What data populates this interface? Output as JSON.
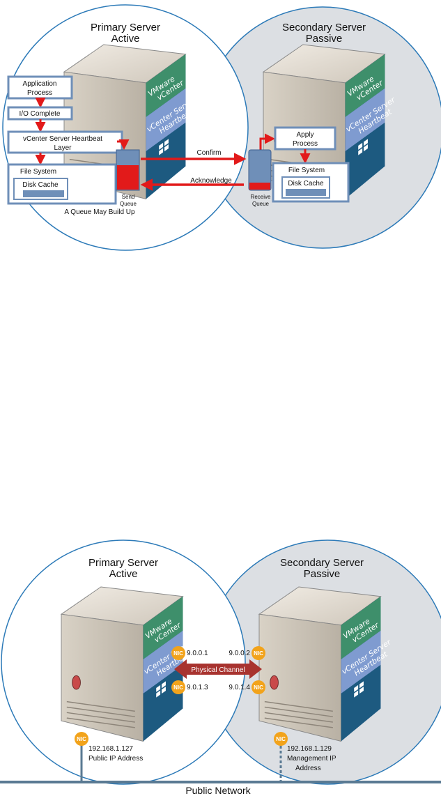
{
  "diagram1": {
    "primary": {
      "title": "Primary Server",
      "state": "Active"
    },
    "secondary": {
      "title": "Secondary Server",
      "state": "Passive"
    },
    "stack": {
      "app_line1": "Application",
      "app_line2": "Process",
      "io": "I/O Complete",
      "heartbeat_line1": "vCenter Server Heartbeat",
      "heartbeat_line2": "Layer",
      "fs": "File System",
      "cache": "Disk Cache"
    },
    "send_queue_line1": "Send",
    "send_queue_line2": "Queue",
    "queue_note": "A Queue May Build Up",
    "confirm": "Confirm",
    "acknowledge": "Acknowledge",
    "receive_queue_line1": "Receive",
    "receive_queue_line2": "Queue",
    "secondary_stack": {
      "apply_line1": "Apply",
      "apply_line2": "Process",
      "fs": "File System",
      "cache": "Disk Cache"
    }
  },
  "server_bands": {
    "band1_line1": "VMware",
    "band1_line2": "vCenter",
    "band2_line1": "vCenter Server",
    "band2_line2": "Heartbeat"
  },
  "diagram2": {
    "primary": {
      "title": "Primary Server",
      "state": "Active"
    },
    "secondary": {
      "title": "Secondary Server",
      "state": "Passive"
    },
    "nic_label": "NIC",
    "ip_a": "9.0.0.1",
    "ip_b": "9.0.1.3",
    "ip_c": "9.0.0.2",
    "ip_d": "9.0.1.4",
    "channel": "Physical Channel",
    "public_ip": "192.168.1.127",
    "public_ip_label": "Public IP Address",
    "mgmt_ip": "192.168.1.129",
    "mgmt_ip_label1": "Management IP",
    "mgmt_ip_label2": "Address",
    "network": "Public Network"
  },
  "colors": {
    "circle_stroke": "#2c7ab8",
    "passive_fill": "#dcdfe3",
    "box_border": "#6f8fb8",
    "arrow_red": "#e21a1a",
    "channel_red": "#a8332f",
    "nic_orange": "#f2a31b",
    "network_line": "#5a7a93",
    "band_green": "#3e8f6b",
    "band_blue": "#7f9bd0",
    "band_navy": "#1d5a80"
  }
}
